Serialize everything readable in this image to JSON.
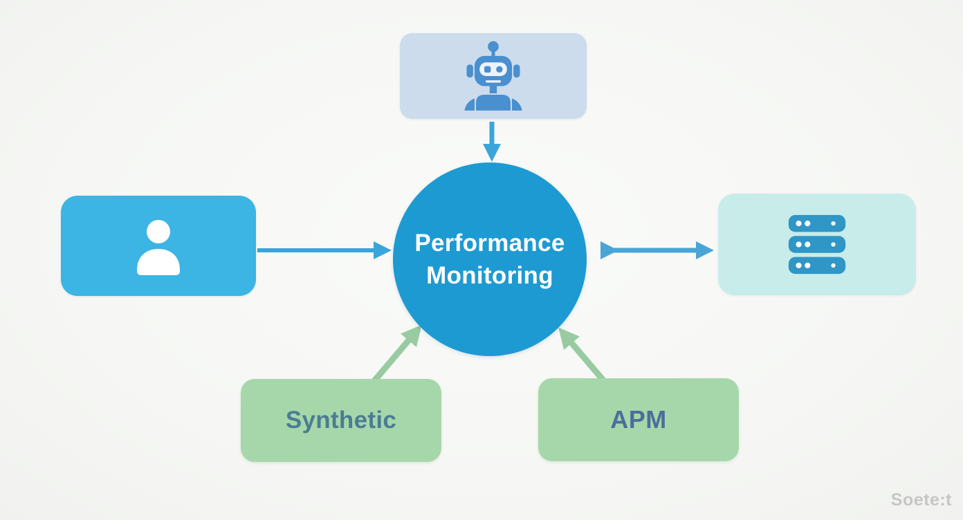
{
  "diagram": {
    "type": "hub-and-spoke",
    "center": {
      "label": "Performance Monitoring",
      "shape": "circle",
      "color": "#1e9ad2",
      "text_color": "#ffffff"
    },
    "top_node": {
      "icon": "robot-icon",
      "color": "#ccdcec",
      "icon_color": "#4a8fce"
    },
    "left_node": {
      "icon": "user-icon",
      "color": "#3cb4e4",
      "icon_color": "#ffffff"
    },
    "right_node": {
      "icon": "server-stack-icon",
      "color": "#c8ecea",
      "icon_color": "#2f96c6"
    },
    "bottom_left_node": {
      "label": "Synthetic",
      "color": "#a6d7aa",
      "text_color": "#4b7c93"
    },
    "bottom_right_node": {
      "label": "APM",
      "color": "#a6d7aa",
      "text_color": "#4a6f9b"
    },
    "arrows": [
      {
        "from": "top_node",
        "to": "center",
        "direction": "down",
        "heads": "single",
        "color": "#3aa5da"
      },
      {
        "from": "left_node",
        "to": "center",
        "direction": "right",
        "heads": "single",
        "color": "#3aa5da"
      },
      {
        "from": "center",
        "to": "right_node",
        "direction": "horizontal",
        "heads": "double",
        "color": "#4aa5d6"
      },
      {
        "from": "bottom_left_node",
        "to": "center",
        "direction": "up-right",
        "heads": "single",
        "color": "#98cba1"
      },
      {
        "from": "bottom_right_node",
        "to": "center",
        "direction": "up-left",
        "heads": "single",
        "color": "#98cba1"
      }
    ]
  },
  "watermark": {
    "text": "Soete:t"
  },
  "colors": {
    "background": "#f7f8f5",
    "blue_arrow": "#3aa5da",
    "green_arrow": "#98cba1"
  }
}
